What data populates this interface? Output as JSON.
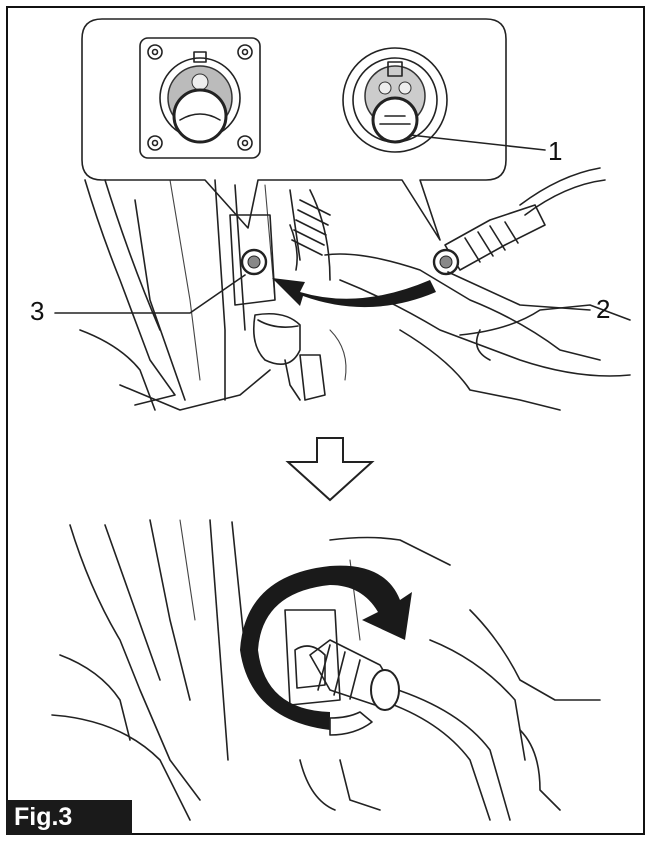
{
  "figure": {
    "label": "Fig.3",
    "callouts": [
      {
        "id": "1",
        "text": "1"
      },
      {
        "id": "2",
        "text": "2"
      },
      {
        "id": "3",
        "text": "3"
      }
    ],
    "colors": {
      "line": "#222222",
      "fill_dark": "#1a1a1a",
      "tag_text": "#ffffff"
    }
  }
}
